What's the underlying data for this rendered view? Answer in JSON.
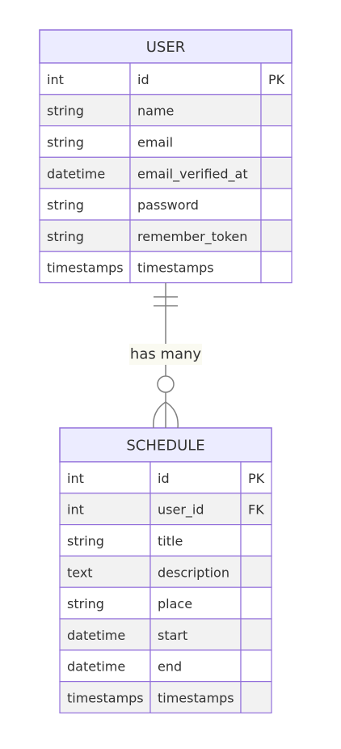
{
  "entities": [
    {
      "name": "USER",
      "rows": [
        [
          "int",
          "id",
          "PK"
        ],
        [
          "string",
          "name",
          ""
        ],
        [
          "string",
          "email",
          ""
        ],
        [
          "datetime",
          "email_verified_at",
          ""
        ],
        [
          "string",
          "password",
          ""
        ],
        [
          "string",
          "remember_token",
          ""
        ],
        [
          "timestamps",
          "timestamps",
          ""
        ]
      ]
    },
    {
      "name": "SCHEDULE",
      "rows": [
        [
          "int",
          "id",
          "PK"
        ],
        [
          "int",
          "user_id",
          "FK"
        ],
        [
          "string",
          "title",
          ""
        ],
        [
          "text",
          "description",
          ""
        ],
        [
          "string",
          "place",
          ""
        ],
        [
          "datetime",
          "start",
          ""
        ],
        [
          "datetime",
          "end",
          ""
        ],
        [
          "timestamps",
          "timestamps",
          ""
        ]
      ]
    }
  ],
  "relationship": {
    "label": "has many",
    "from_cardinality": "exactly-one",
    "to_cardinality": "zero-or-more"
  },
  "colors": {
    "header_fill": "#ececff",
    "border": "#9370db",
    "row_alt_fill": "#f2f2f2",
    "line": "#808080",
    "label_bg": "#fafaf0"
  }
}
